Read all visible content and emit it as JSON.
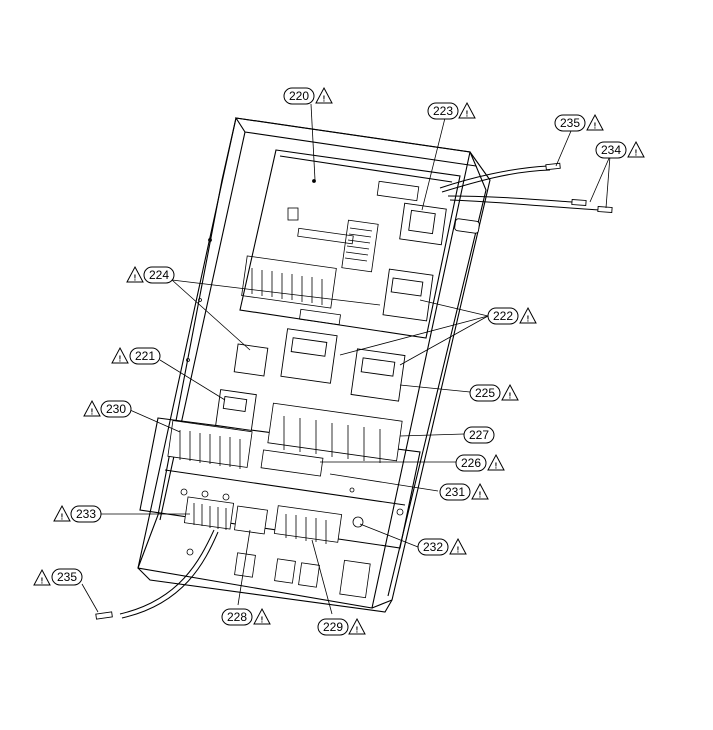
{
  "callouts": [
    {
      "id": "220",
      "label": "220",
      "warning": true
    },
    {
      "id": "223",
      "label": "223",
      "warning": true
    },
    {
      "id": "235a",
      "label": "235",
      "warning": true
    },
    {
      "id": "234",
      "label": "234",
      "warning": true
    },
    {
      "id": "224",
      "label": "224",
      "warning": true
    },
    {
      "id": "222",
      "label": "222",
      "warning": true
    },
    {
      "id": "221",
      "label": "221",
      "warning": true
    },
    {
      "id": "225",
      "label": "225",
      "warning": true
    },
    {
      "id": "230",
      "label": "230",
      "warning": true
    },
    {
      "id": "227",
      "label": "227",
      "warning": false
    },
    {
      "id": "226",
      "label": "226",
      "warning": true
    },
    {
      "id": "231",
      "label": "231",
      "warning": true
    },
    {
      "id": "233",
      "label": "233",
      "warning": true
    },
    {
      "id": "232",
      "label": "232",
      "warning": true
    },
    {
      "id": "235b",
      "label": "235",
      "warning": true
    },
    {
      "id": "228",
      "label": "228",
      "warning": true
    },
    {
      "id": "229",
      "label": "229",
      "warning": true
    }
  ],
  "warning_glyph": "!",
  "line_color": "#000000"
}
